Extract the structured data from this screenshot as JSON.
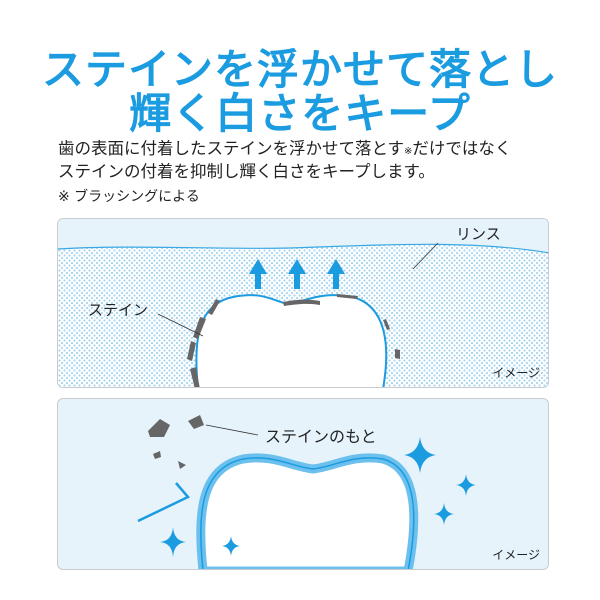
{
  "title": {
    "line1": "ステインを浮かせて落とし",
    "line2": "輝く白さをキープ"
  },
  "description": {
    "line1_a": "歯の表面に付着したステインを浮かせて落とす",
    "line1_note": "※",
    "line1_b": "だけではなく",
    "line2": "ステインの付着を抑制し輝く白さをキープします。",
    "footnote": "※ ブラッシングによる"
  },
  "panel1": {
    "rinse_label": "リンス",
    "stain_label": "ステイン",
    "image_label": "イメージ"
  },
  "panel2": {
    "stain_source_label": "ステインのもと",
    "image_label": "イメージ"
  },
  "colors": {
    "accent": "#1b9be0",
    "stain": "#666666",
    "rinse_bg": "#e6f3fb"
  }
}
